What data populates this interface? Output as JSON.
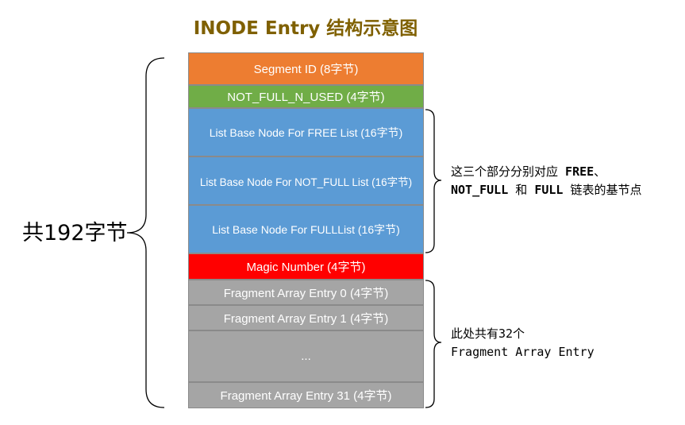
{
  "title": "INODE Entry 结构示意图",
  "rows": {
    "segment_id": "Segment ID (8字节)",
    "not_full_n_used": "NOT_FULL_N_USED (4字节)",
    "free_list": "List Base Node For FREE List (16字节)",
    "not_full_list": "List Base Node For NOT_FULL List (16字节)",
    "full_list": "List Base Node For FULLList (16字节)",
    "magic_number": "Magic Number (4字节)",
    "frag_0": "Fragment Array Entry 0 (4字节)",
    "frag_1": "Fragment Array Entry 1 (4字节)",
    "ellipsis": "...",
    "frag_31": "Fragment Array Entry 31 (4字节)"
  },
  "total_label": "共192字节",
  "list_note": {
    "line1": "这三个部分分别对应 ",
    "line1_bold": "FREE",
    "line1_tail": "、",
    "line2_bold_a": "NOT_FULL",
    "line2_mid": " 和 ",
    "line2_bold_b": "FULL",
    "line2_tail": " 链表的基节点"
  },
  "fragment_note": {
    "line1": "此处共有32个",
    "line2": "Fragment Array Entry"
  },
  "colors": {
    "segment_id": "#ed7d31",
    "not_full_n_used": "#70ad47",
    "list_nodes": "#5b9bd5",
    "magic_number": "#ff0000",
    "fragments": "#a5a5a5",
    "title": "#7f6000"
  }
}
